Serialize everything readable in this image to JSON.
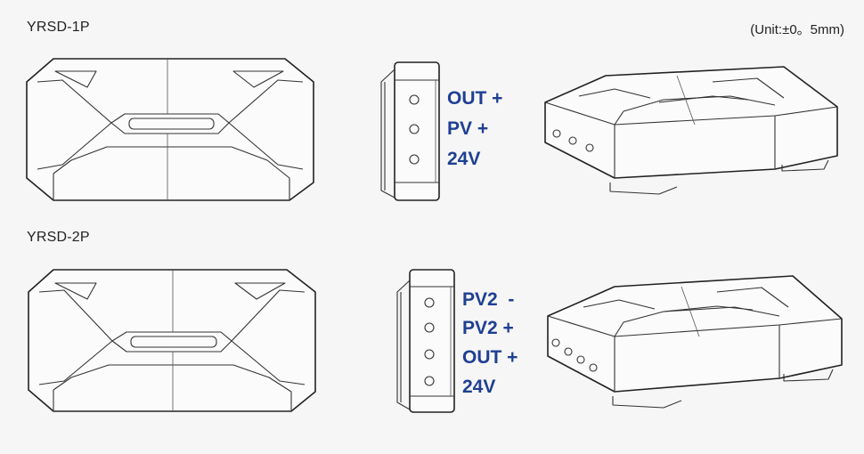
{
  "unit_note": "(Unit:±0。5mm)",
  "models": [
    {
      "name": "YRSD-1P",
      "pins": [
        "OUT +",
        "PV +",
        "24V"
      ]
    },
    {
      "name": "YRSD-2P",
      "pins": [
        "PV2  -",
        "PV2 +",
        "OUT +",
        "24V"
      ]
    }
  ],
  "colors": {
    "pin_text": "#1f3f93",
    "line": "#222222",
    "background": "#f6f6f6"
  }
}
